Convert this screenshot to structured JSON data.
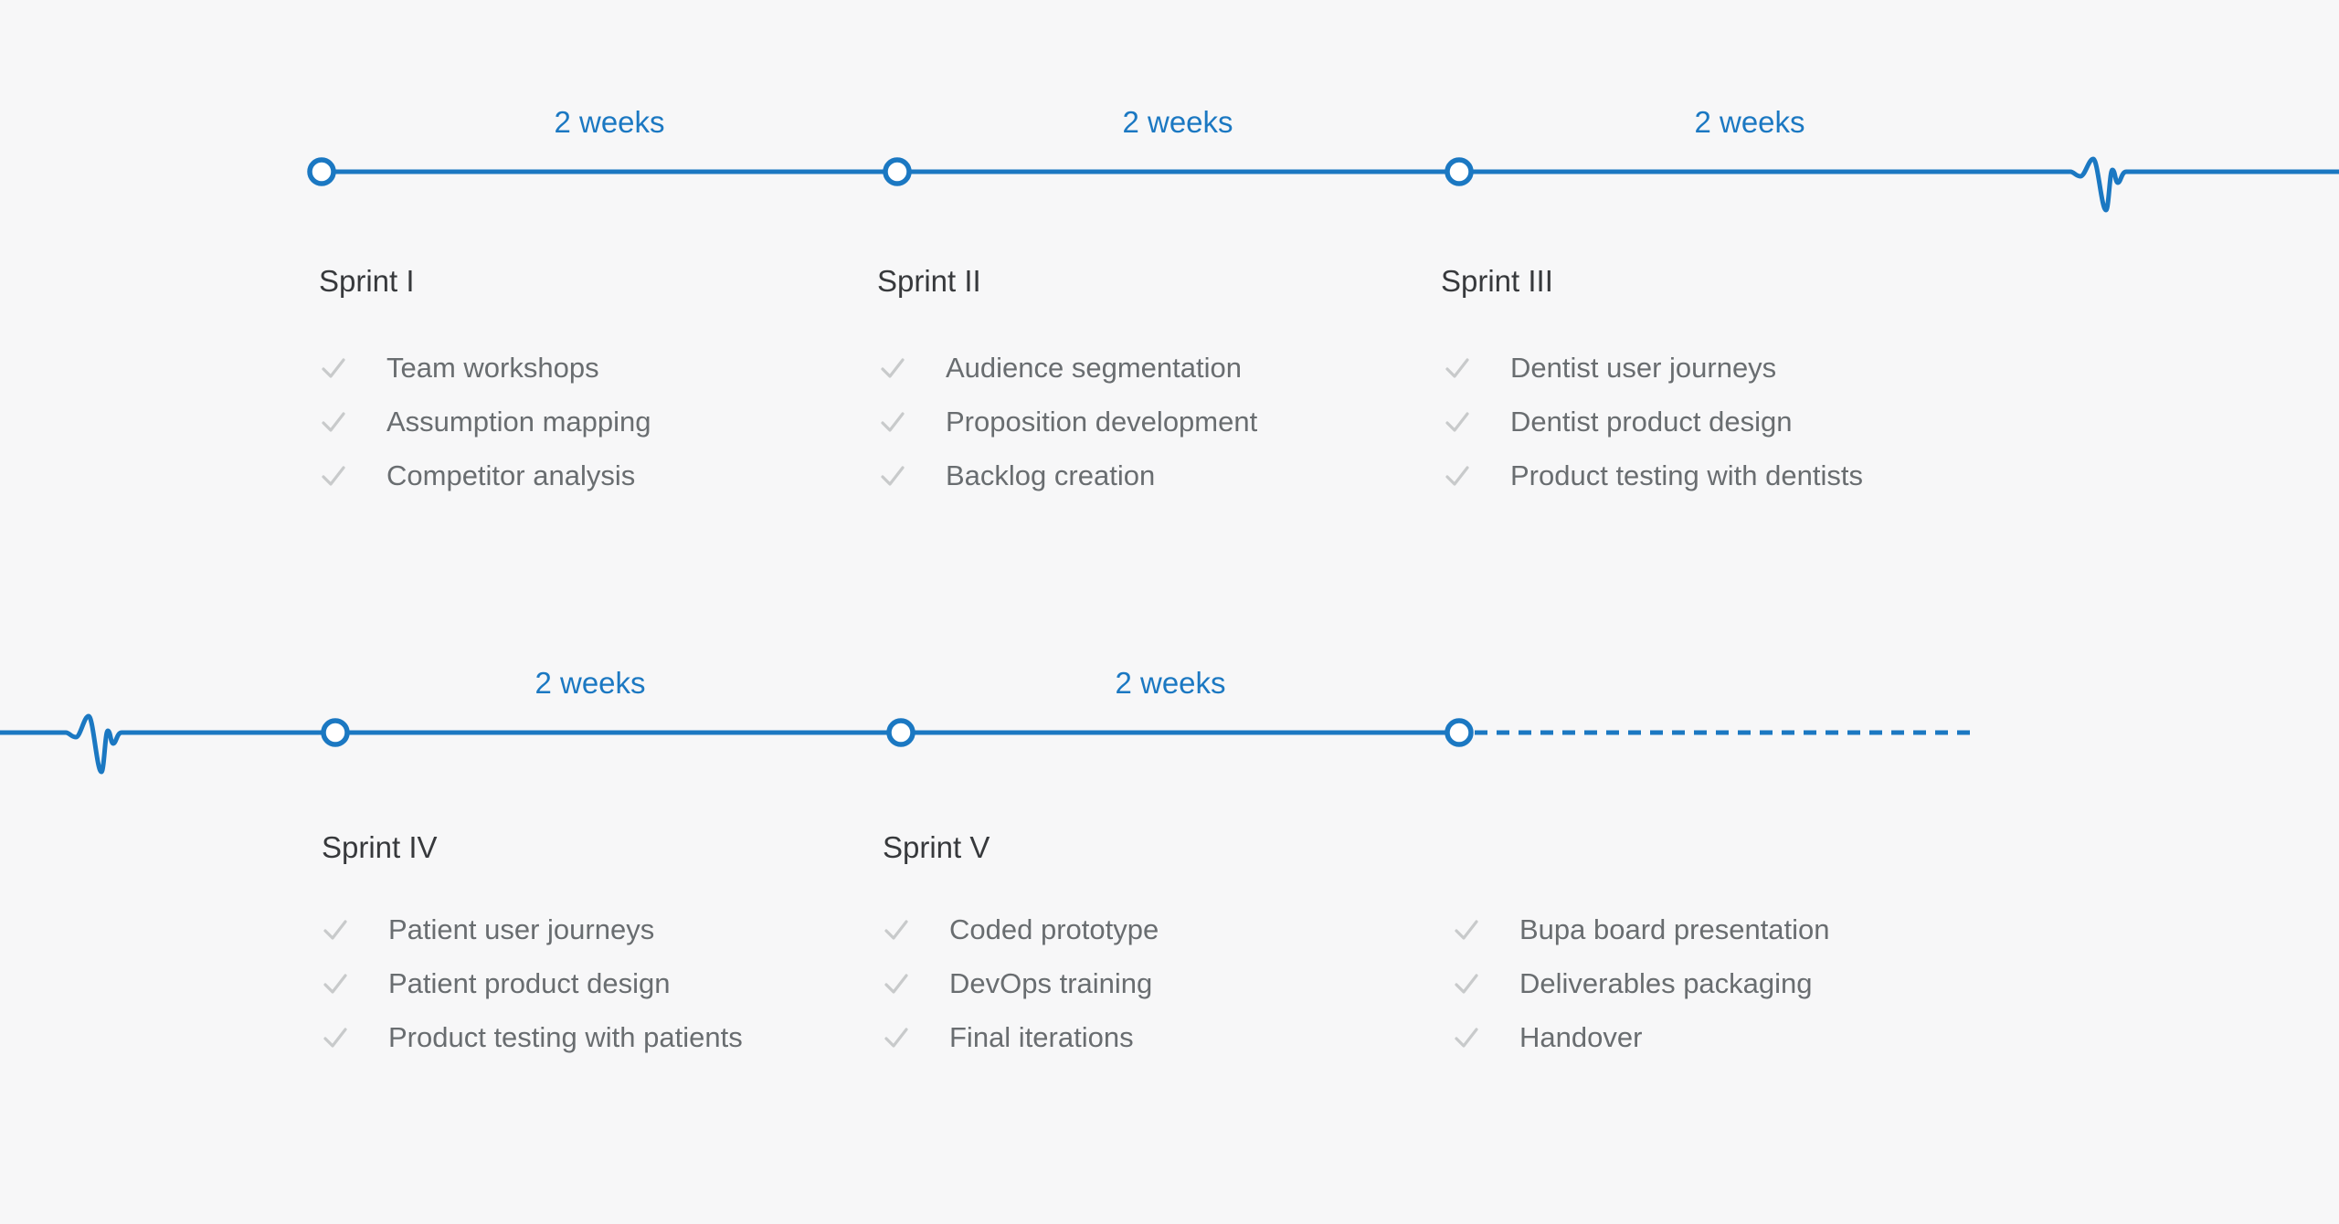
{
  "colors": {
    "background": "#f7f7f8",
    "accent_blue": "#1b78c2",
    "title_text": "#37393c",
    "task_text": "#696d70",
    "check_gray": "#c8cacb"
  },
  "icons": {
    "task_check": "check-icon",
    "timeline_break": "heartbeat-pulse-icon",
    "milestone": "milestone-circle-icon"
  },
  "timeline": {
    "rows": [
      {
        "durations": [
          "2 weeks",
          "2 weeks",
          "2 weeks"
        ],
        "sprints": [
          {
            "title": "Sprint I",
            "tasks": [
              "Team workshops",
              "Assumption mapping",
              "Competitor analysis"
            ]
          },
          {
            "title": "Sprint II",
            "tasks": [
              "Audience segmentation",
              "Proposition development",
              "Backlog creation"
            ]
          },
          {
            "title": "Sprint III",
            "tasks": [
              "Dentist user journeys",
              "Dentist product design",
              "Product testing with dentists"
            ]
          }
        ]
      },
      {
        "durations": [
          "2 weeks",
          "2 weeks"
        ],
        "sprints": [
          {
            "title": "Sprint IV",
            "tasks": [
              "Patient user journeys",
              "Patient product design",
              "Product testing with patients"
            ]
          },
          {
            "title": "Sprint V",
            "tasks": [
              "Coded prototype",
              "DevOps training",
              "Final iterations"
            ]
          },
          {
            "title": "",
            "tasks": [
              "Bupa board presentation",
              "Deliverables packaging",
              "Handover"
            ]
          }
        ]
      }
    ]
  }
}
